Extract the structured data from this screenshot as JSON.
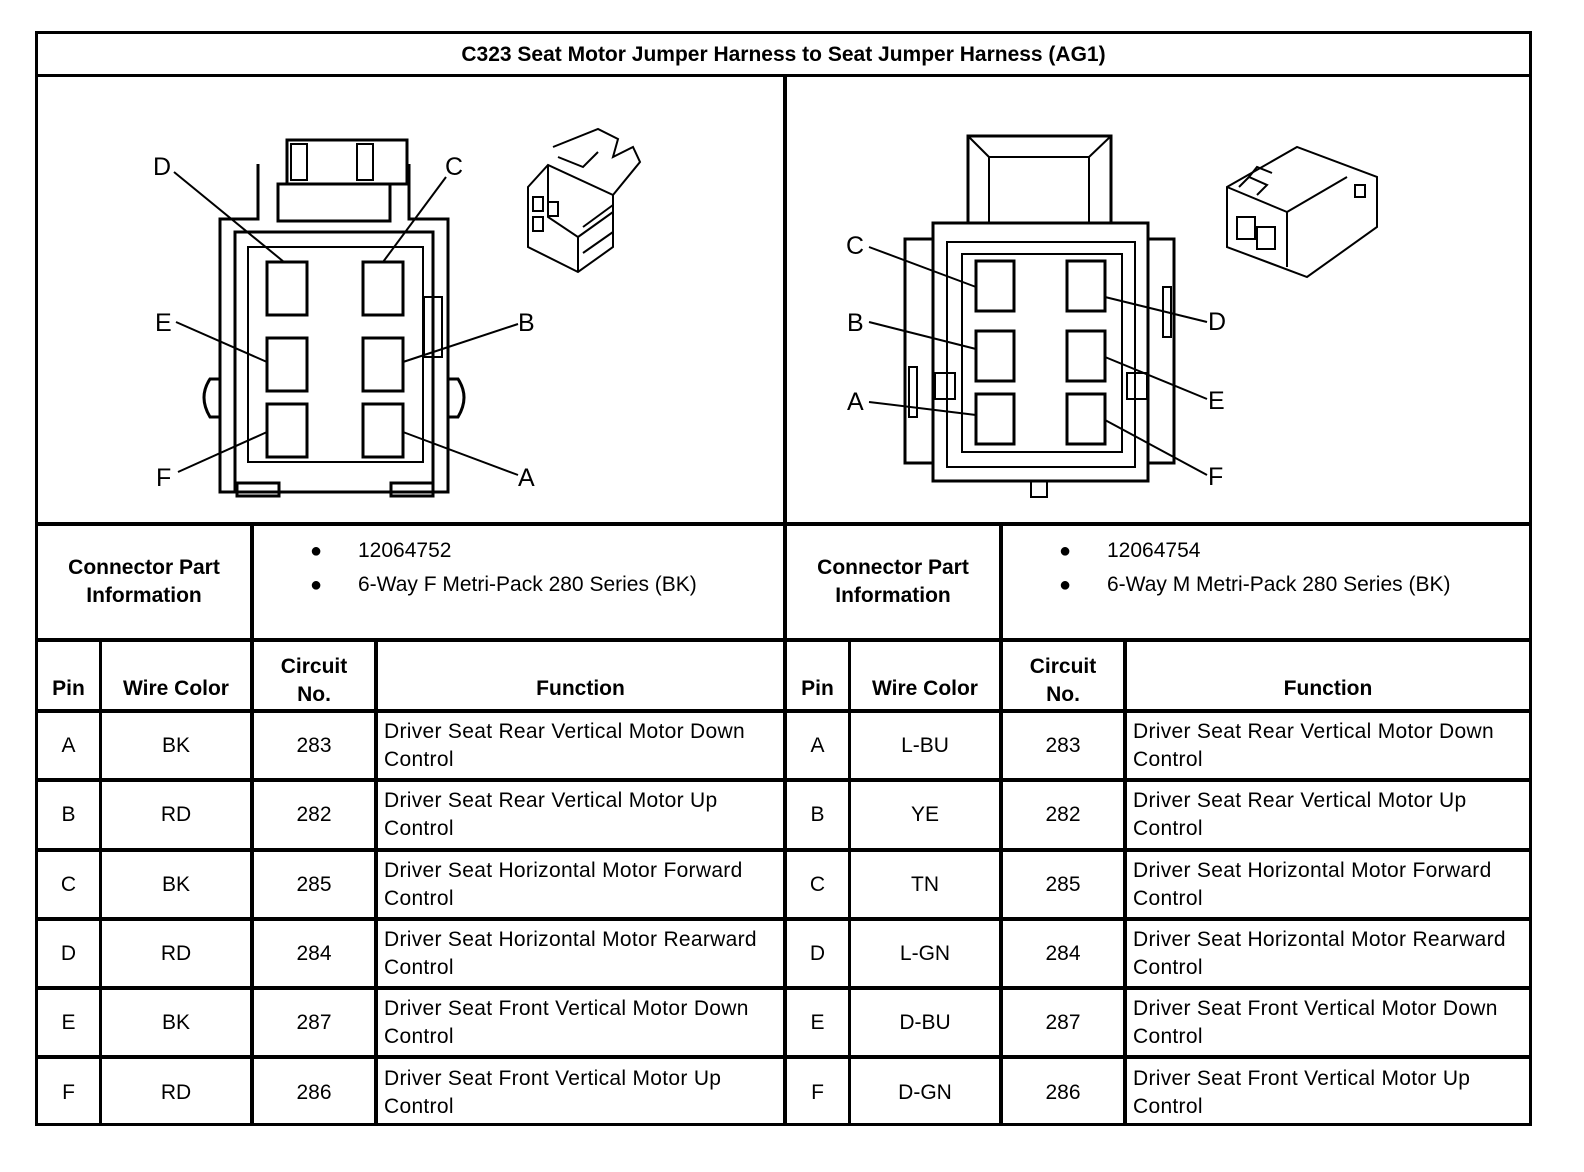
{
  "title": "C323 Seat Motor Jumper Harness to Seat Jumper Harness (AG1)",
  "left": {
    "diagram_labels": {
      "A": "A",
      "B": "B",
      "C": "C",
      "D": "D",
      "E": "E",
      "F": "F"
    },
    "cpi_label": "Connector Part Information",
    "cpi_items": [
      "12064752",
      "6-Way F Metri-Pack 280 Series (BK)"
    ],
    "headers": {
      "pin": "Pin",
      "wire_color": "Wire Color",
      "circuit": "Circuit No.",
      "function": "Function"
    },
    "rows": [
      {
        "pin": "A",
        "wire": "BK",
        "circuit": "283",
        "function": "Driver Seat Rear Vertical Motor Down Control"
      },
      {
        "pin": "B",
        "wire": "RD",
        "circuit": "282",
        "function": "Driver Seat Rear Vertical Motor Up Control"
      },
      {
        "pin": "C",
        "wire": "BK",
        "circuit": "285",
        "function": "Driver Seat Horizontal Motor Forward Control"
      },
      {
        "pin": "D",
        "wire": "RD",
        "circuit": "284",
        "function": "Driver Seat Horizontal Motor Rearward Control"
      },
      {
        "pin": "E",
        "wire": "BK",
        "circuit": "287",
        "function": "Driver Seat Front Vertical Motor Down Control"
      },
      {
        "pin": "F",
        "wire": "RD",
        "circuit": "286",
        "function": "Driver Seat Front Vertical Motor Up Control"
      }
    ]
  },
  "right": {
    "diagram_labels": {
      "A": "A",
      "B": "B",
      "C": "C",
      "D": "D",
      "E": "E",
      "F": "F"
    },
    "cpi_label": "Connector Part Information",
    "cpi_items": [
      "12064754",
      "6-Way M Metri-Pack 280 Series (BK)"
    ],
    "headers": {
      "pin": "Pin",
      "wire_color": "Wire Color",
      "circuit": "Circuit No.",
      "function": "Function"
    },
    "rows": [
      {
        "pin": "A",
        "wire": "L-BU",
        "circuit": "283",
        "function": "Driver Seat Rear Vertical Motor Down Control"
      },
      {
        "pin": "B",
        "wire": "YE",
        "circuit": "282",
        "function": "Driver Seat Rear Vertical Motor Up Control"
      },
      {
        "pin": "C",
        "wire": "TN",
        "circuit": "285",
        "function": "Driver Seat Horizontal Motor Forward Control"
      },
      {
        "pin": "D",
        "wire": "L-GN",
        "circuit": "284",
        "function": "Driver Seat Horizontal Motor Rearward Control"
      },
      {
        "pin": "E",
        "wire": "D-BU",
        "circuit": "287",
        "function": "Driver Seat Front Vertical Motor Down Control"
      },
      {
        "pin": "F",
        "wire": "D-GN",
        "circuit": "286",
        "function": "Driver Seat Front Vertical Motor Up Control"
      }
    ]
  }
}
